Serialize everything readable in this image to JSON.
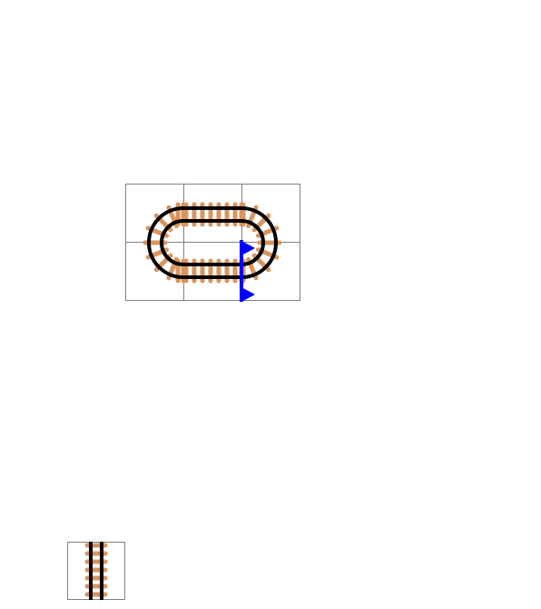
{
  "colors": {
    "background": "#ffffff",
    "grid_line": "#808080",
    "rail": "#000000",
    "tie": "#d9955f",
    "flag": "#0000ff"
  },
  "board": {
    "rows": 2,
    "cols": 3,
    "tiles": [
      [
        "curve-south-east",
        "straight-horizontal",
        "curve-south-west"
      ],
      [
        "curve-north-east",
        "straight-horizontal",
        "curve-north-west"
      ]
    ],
    "flags": [
      {
        "name": "flag-upper",
        "row": 1,
        "col": 2,
        "edge": "west",
        "icon": "flag-icon"
      },
      {
        "name": "flag-lower",
        "row": 1,
        "col": 2,
        "edge": "west-bottom",
        "icon": "flag-icon"
      }
    ]
  },
  "palette": {
    "items": [
      {
        "name": "palette-tile-straight-vertical",
        "piece": "straight-vertical"
      }
    ]
  }
}
